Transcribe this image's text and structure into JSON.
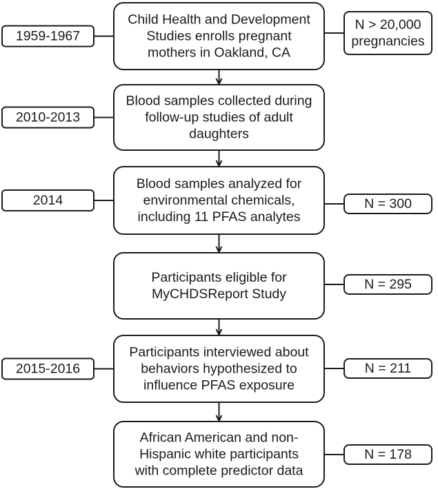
{
  "steps": [
    {
      "id": "enrollment",
      "date": "1959-1967",
      "lines": [
        "Child Health and Development",
        "Studies enrolls pregnant",
        "mothers in Oakland, CA"
      ],
      "count_lines": [
        "N > 20,000",
        "pregnancies"
      ]
    },
    {
      "id": "blood-collection",
      "date": "2010-2013",
      "lines": [
        "Blood samples collected during",
        "follow-up studies of adult",
        "daughters"
      ],
      "count_lines": []
    },
    {
      "id": "blood-analysis",
      "date": "2014",
      "lines": [
        "Blood samples analyzed for",
        "environmental chemicals,",
        "including 11 PFAS analytes"
      ],
      "count_lines": [
        "N = 300"
      ]
    },
    {
      "id": "eligible",
      "date": "",
      "lines": [
        "Participants eligible for",
        "MyCHDSReport Study"
      ],
      "count_lines": [
        "N = 295"
      ]
    },
    {
      "id": "interviewed",
      "date": "2015-2016",
      "lines": [
        "Participants interviewed about",
        "behaviors hypothesized to",
        "influence PFAS exposure"
      ],
      "count_lines": [
        "N = 211"
      ]
    },
    {
      "id": "final-sample",
      "date": "",
      "lines": [
        "African American and non-",
        "Hispanic white participants",
        "with complete predictor data"
      ],
      "count_lines": [
        "N = 178"
      ]
    }
  ]
}
